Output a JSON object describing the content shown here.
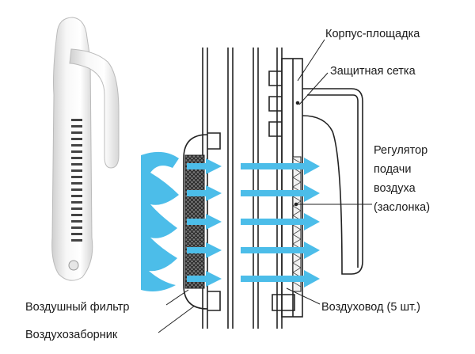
{
  "labels": {
    "housing": "Корпус-площадка",
    "mesh": "Защитная сетка",
    "regulator_1": "Регулятор",
    "regulator_2": "подачи",
    "regulator_3": "воздуха",
    "regulator_4": "(заслонка)",
    "air_filter": "Воздушный фильтр",
    "air_duct": "Воздуховод (5 шт.)",
    "air_intake": "Воздухозаборник"
  },
  "colors": {
    "airflow": "#4cbde9",
    "handle": "#eeeeee",
    "filter": "#555555"
  },
  "duct_count": 5
}
